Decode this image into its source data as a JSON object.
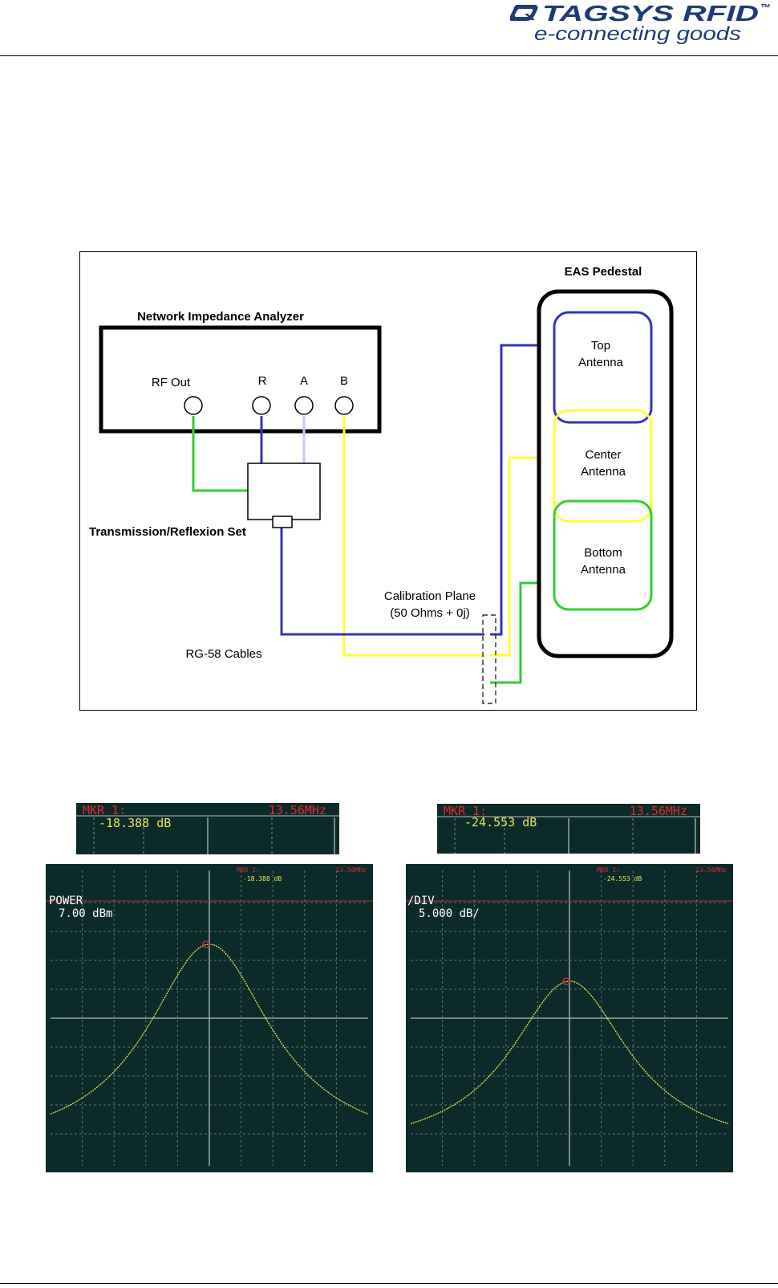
{
  "logo": {
    "brand": "TAGSYS RFID",
    "trademark": "™",
    "tagline": "e-connecting goods",
    "icon": "tagsys-q-icon"
  },
  "diagram": {
    "analyzer_title": "Network Impedance Analyzer",
    "ports": [
      "RF Out",
      "R",
      "A",
      "B"
    ],
    "trset_label": "Transmission/Reflexion Set",
    "pedestal_title": "EAS Pedestal",
    "antennas": [
      {
        "line1": "Top",
        "line2": "Antenna",
        "color": "#3333bb"
      },
      {
        "line1": "Center",
        "line2": "Antenna",
        "color": "#ffff33"
      },
      {
        "line1": "Bottom",
        "line2": "Antenna",
        "color": "#33cc33"
      }
    ],
    "calibration_line1": "Calibration Plane",
    "calibration_line2": "(50 Ohms + 0j)",
    "cables_label": "RG-58 Cables",
    "colors": {
      "blue": "#3333bb",
      "yellow": "#ffff33",
      "green": "#33cc33",
      "lavender": "#c8c8f0"
    }
  },
  "screens": [
    {
      "marker_label": "MKR 1:",
      "marker_freq": "13.56MHz",
      "marker_value": "-18.388 dB",
      "small_value": "-18.388 dB",
      "param_label": "POWER",
      "param_value": "7.00 dBm"
    },
    {
      "marker_label": "MKR 1:",
      "marker_freq": "13.56MHz",
      "marker_value": "-24.553 dB",
      "small_value": "-24.553 dB",
      "param_label": "/DIV",
      "param_value": "5.000 dB/"
    }
  ],
  "screen_colors": {
    "background": "#0d2a2a",
    "grid": "#7f9090",
    "trace": "#e6e650",
    "marker_text": "#e02a2a",
    "value_text": "#e6e650",
    "label_text": "#ffffff"
  }
}
